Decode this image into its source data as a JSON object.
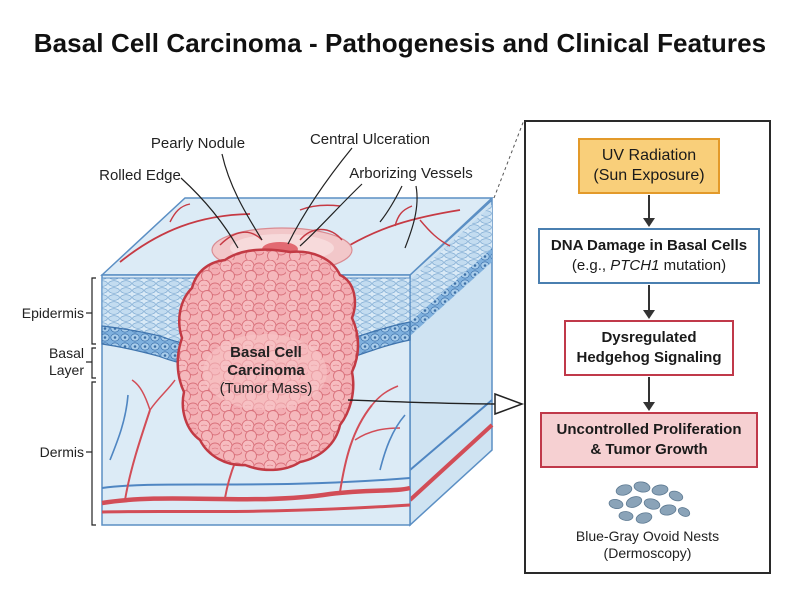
{
  "title": "Basal Cell Carcinoma - Pathogenesis and Clinical Features",
  "skin_labels": {
    "pearly_nodule": "Pearly Nodule",
    "central_ulceration": "Central Ulceration",
    "rolled_edge": "Rolled Edge",
    "arborizing_vessels": "Arborizing Vessels",
    "epidermis": "Epidermis",
    "basal_line1": "Basal",
    "basal_line2": "Layer",
    "dermis": "Dermis"
  },
  "tumor": {
    "line1": "Basal Cell",
    "line2": "Carcinoma",
    "line3": "(Tumor Mass)"
  },
  "flow": {
    "uv": {
      "line1": "UV Radiation",
      "line2": "(Sun Exposure)"
    },
    "dna": {
      "line1": "DNA Damage in Basal Cells",
      "line2_prefix": "(e.g., ",
      "line2_gene": "PTCH1",
      "line2_suffix": " mutation)"
    },
    "hedgehog": {
      "line1": "Dysregulated",
      "line2": "Hedgehog Signaling"
    },
    "proliferation": {
      "line1": "Uncontrolled Proliferation",
      "line2": "& Tumor Growth"
    },
    "dermoscopy": {
      "line1": "Blue-Gray Ovoid Nests",
      "line2": "(Dermoscopy)"
    }
  },
  "colors": {
    "uv_fill": "#f9cf7a",
    "uv_border": "#e39a2a",
    "dna_border": "#4a7fb0",
    "signal_border": "#c0394a",
    "prolif_fill": "#f6d0d2",
    "tumor_fill": "#f2a3a8",
    "tumor_edge": "#c23a44",
    "epidermis_blue": "#5b92c9",
    "dermis_blue": "#dcebf6"
  },
  "icons": [
    "arrow-down-icon",
    "pointer-arrow-icon"
  ]
}
